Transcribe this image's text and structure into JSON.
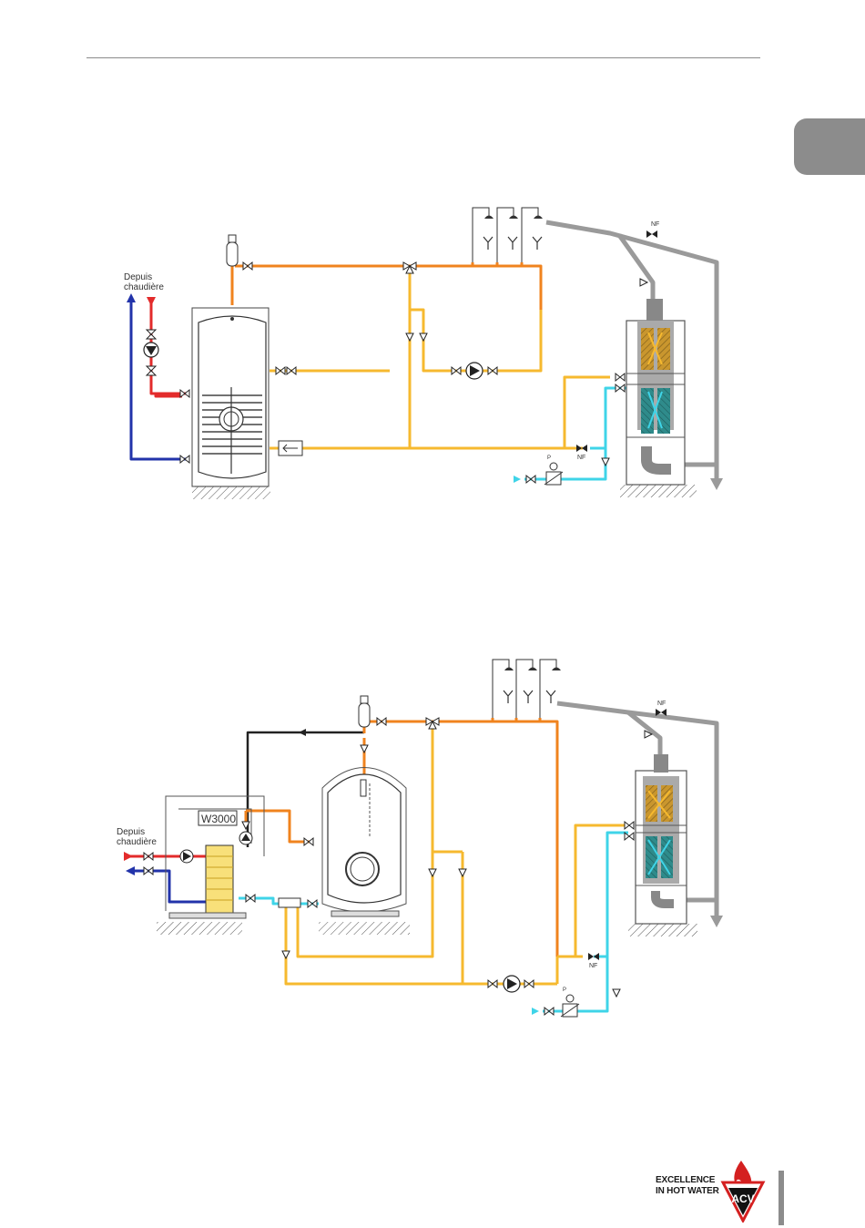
{
  "diagram_top": {
    "label_from_boiler_line1": "Depuis",
    "label_from_boiler_line2": "chaudière",
    "valve_nf_label_1": "NF",
    "valve_nf_label_2": "NF",
    "pressure_label": "P"
  },
  "diagram_bottom": {
    "label_from_boiler_line1": "Depuis",
    "label_from_boiler_line2": "chaudière",
    "exchanger_label": "W3000",
    "valve_nf_label_1": "NF",
    "valve_nf_label_2": "NF",
    "pressure_label": "P"
  },
  "footer": {
    "tagline_line1": "EXCELLENCE",
    "tagline_line2": "IN HOT WATER",
    "brand": "ACV"
  },
  "colors": {
    "hot": "#f0831e",
    "warm": "#f6b92f",
    "cold": "#3fd4e8",
    "boiler_supply": "#e32b2b",
    "boiler_return": "#2233aa",
    "drain": "#9a9a9a",
    "black_loop": "#222222"
  }
}
